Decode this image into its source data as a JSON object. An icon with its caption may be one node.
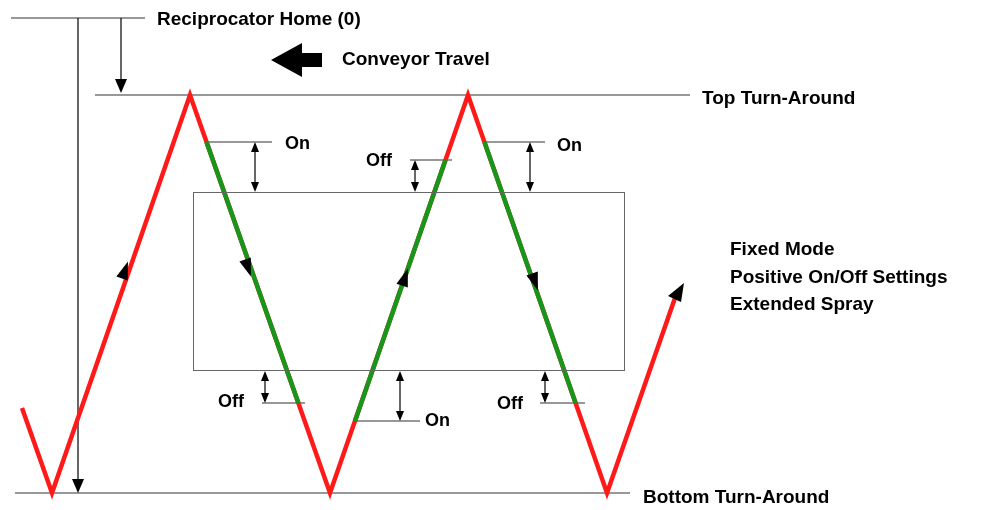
{
  "diagram": {
    "nodes": [
      {
        "text": [],
        "shape": "box"
      }
    ],
    "labels": [
      "Reciprocator Home (0)",
      "Conveyor Travel",
      "Top Turn-Around",
      "On",
      "Off",
      "On",
      "Fixed Mode",
      "Positive On/Off Settings",
      "Extended Spray",
      "Off",
      "Off",
      "On",
      "Bottom Turn-Around"
    ]
  }
}
